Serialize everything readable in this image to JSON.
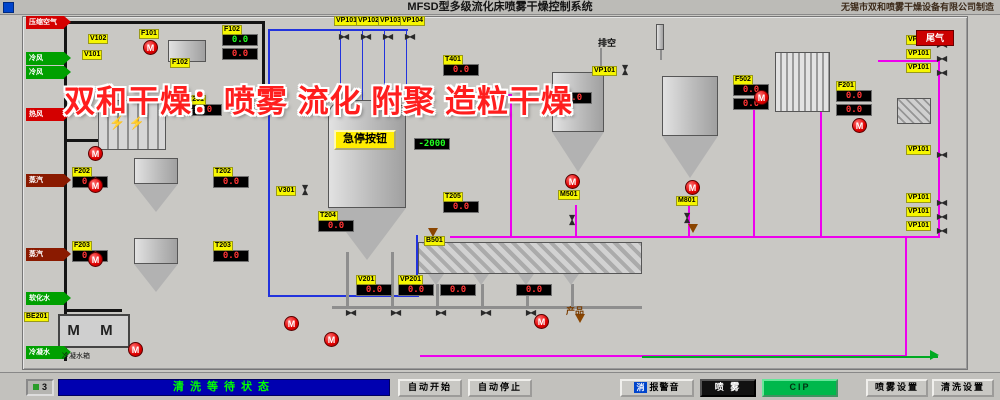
{
  "titlebar": {
    "title": "MFSD型多级流化床喷雾干燥控制系统",
    "manufacturer": "无锡市双和喷雾干燥设备有限公司制造"
  },
  "watermark": "双和干燥：喷雾 流化 附聚 造粒干燥",
  "estop_label": "急停按钮",
  "condensate_tank_marks": "M M",
  "pump_symbol": "M",
  "colors": {
    "black_pipe": "#141414",
    "blue_pipe": "#2233dd",
    "magenta_pipe": "#ee00ee",
    "gray_pipe": "#8e8e8e",
    "green_pipe": "#00aa22",
    "display_red": "#ff3434",
    "display_green": "#22ff22",
    "status_bg": "#0000b0",
    "status_text": "#00ff00",
    "cip_green": "#00b84c",
    "alarm_red": "#cc0000"
  },
  "inlets": [
    {
      "label": "压缩空气",
      "color": "#d40000"
    },
    {
      "label": "冷风",
      "color": "#00a000"
    },
    {
      "label": "冷风",
      "color": "#00a000"
    },
    {
      "label": "热风",
      "color": "#d40000"
    },
    {
      "label": "蒸汽",
      "color": "#8a1a00"
    },
    {
      "label": "蒸汽",
      "color": "#8a1a00"
    },
    {
      "label": "软化水",
      "color": "#00a000"
    },
    {
      "label": "冷凝水",
      "color": "#00a000"
    }
  ],
  "displays": [
    {
      "tag": "F102",
      "value": "0.0",
      "color": "green"
    },
    {
      "tag": "",
      "value": "0.0",
      "color": "red"
    },
    {
      "tag": "T201",
      "value": "0.0",
      "color": "red"
    },
    {
      "tag": "T202",
      "value": "0.0",
      "color": "red"
    },
    {
      "tag": "T203",
      "value": "0.0",
      "color": "red"
    },
    {
      "tag": "T204",
      "value": "0.0",
      "color": "red"
    },
    {
      "tag": "T205",
      "value": "0.0",
      "color": "red"
    },
    {
      "tag": "T401",
      "value": "0.0",
      "color": "red"
    },
    {
      "tag": "F202",
      "value": "0.0",
      "color": "red"
    },
    {
      "tag": "F203",
      "value": "0.0",
      "color": "red"
    },
    {
      "tag": "",
      "value": "-2000",
      "color": "green"
    },
    {
      "tag": "F502",
      "value": "0.0",
      "color": "red"
    },
    {
      "tag": "",
      "value": "0.0",
      "color": "red"
    },
    {
      "tag": "F201",
      "value": "0.0",
      "color": "red"
    },
    {
      "tag": "",
      "value": "0.0",
      "color": "red"
    },
    {
      "tag": "V201",
      "value": "0.0",
      "color": "red"
    },
    {
      "tag": "VP201",
      "value": "0.0",
      "color": "red"
    },
    {
      "tag": "",
      "value": "0.0",
      "color": "red"
    },
    {
      "tag": "",
      "value": "0.0",
      "color": "red"
    },
    {
      "tag": "",
      "value": "0.0",
      "color": "red"
    }
  ],
  "pumps": [
    {
      "tag": "F101"
    },
    {
      "tag": ""
    },
    {
      "tag": ""
    },
    {
      "tag": ""
    },
    {
      "tag": ""
    },
    {
      "tag": ""
    },
    {
      "tag": ""
    },
    {
      "tag": ""
    },
    {
      "tag": ""
    },
    {
      "tag": ""
    },
    {
      "tag": ""
    },
    {
      "tag": ""
    }
  ],
  "valves": [
    {
      "tag": "VP101"
    },
    {
      "tag": "VP102"
    },
    {
      "tag": "VP103"
    },
    {
      "tag": "VP104"
    },
    {
      "tag": "VP101"
    },
    {
      "tag": "VP101"
    },
    {
      "tag": "VP101"
    },
    {
      "tag": "VP101"
    },
    {
      "tag": "VP101"
    },
    {
      "tag": "VP101"
    },
    {
      "tag": "VP101"
    },
    {
      "tag": "VP101"
    },
    {
      "tag": "V301"
    },
    {
      "tag": ""
    },
    {
      "tag": ""
    },
    {
      "tag": ""
    },
    {
      "tag": ""
    },
    {
      "tag": ""
    },
    {
      "tag": ""
    },
    {
      "tag": ""
    }
  ],
  "labels": [
    {
      "text": "V102",
      "style": "tag"
    },
    {
      "text": "V101",
      "style": "tag"
    },
    {
      "text": "F102",
      "style": "tag"
    },
    {
      "text": "M501",
      "style": "tag"
    },
    {
      "text": "M801",
      "style": "tag"
    },
    {
      "text": "B501",
      "style": "tag"
    },
    {
      "text": "BE201",
      "style": "tag"
    },
    {
      "text": "排空",
      "style": "plain"
    },
    {
      "text": "产品",
      "style": "product"
    },
    {
      "text": "冷凝水箱",
      "style": "small"
    },
    {
      "text": "尾气",
      "style": "redbox"
    }
  ],
  "statusbar": {
    "page": "3",
    "status": "清洗等待状态",
    "buttons": [
      {
        "label": "自动开始"
      },
      {
        "label": "自动停止"
      },
      {
        "label": "报警音",
        "prefix": "消"
      },
      {
        "label": "喷 雾"
      },
      {
        "label": "CIP"
      },
      {
        "label": "喷雾设置"
      },
      {
        "label": "清洗设置"
      }
    ]
  }
}
